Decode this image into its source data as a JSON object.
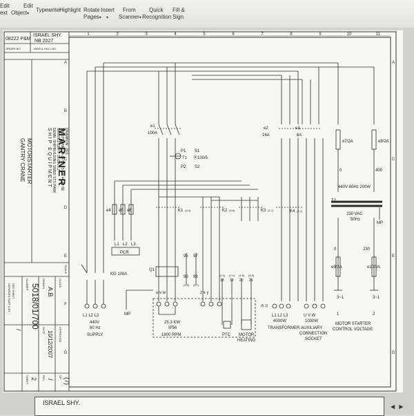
{
  "toolbar": {
    "items": [
      {
        "id": "edit-text",
        "lines": [
          "Edit",
          "ext"
        ]
      },
      {
        "id": "edit-object",
        "lines": [
          "Edit",
          "Object"
        ],
        "arrow": true
      },
      {
        "id": "typewriter",
        "lines": [
          "Typewriter"
        ]
      },
      {
        "id": "highlight",
        "lines": [
          "Highlight"
        ]
      },
      {
        "id": "rotate-pages",
        "lines": [
          "Rotate",
          "Pages"
        ],
        "arrow": true
      },
      {
        "id": "insert",
        "lines": [
          "Insert",
          ""
        ],
        "arrow": true
      },
      {
        "id": "from-scanner",
        "lines": [
          "From",
          "Scanner"
        ],
        "arrow": true
      },
      {
        "id": "quick-recognition",
        "lines": [
          "Quick",
          "Recognition"
        ]
      },
      {
        "id": "fill-sign",
        "lines": [
          "Fill &",
          "Sign"
        ]
      }
    ]
  },
  "title_block": {
    "drawing_no_short": "08222 P&M",
    "ship": "ISRAEL SHY.",
    "hull": "NB 2027",
    "order_no_label": "ORDER NO",
    "yard_label": "YARD & HULL NO.",
    "company": "MARINER",
    "company_sub": "SHIP EQUIPMENT",
    "address1": "DENN. SHIPBUILDING SWED STS PARK",
    "address2": "SERVICE DEPT. 32-DA,S,2",
    "address3": "TELEPHONE: 02-24 55 SS LW 44 45 SE",
    "address4": "DRAWN IN : ZR3",
    "title1": "GANTRY CRANE",
    "title2": "MOTORSTARTER",
    "label_separate": "SEPARATE PART LIST",
    "label_see": "SEE SHEET",
    "label_number": "NUMBER",
    "label_drawn": "DRAWN",
    "label_class": "CLASS",
    "label_scale": "SCALE",
    "label_date": "DATE",
    "label_approved": "APPROVED",
    "label_rev": "REV",
    "label_sheet": "SHEET",
    "label_of": "OF",
    "drawing_number": "5018/01/700",
    "drawn_by": "A.B",
    "date": "10/12/2007",
    "sheet": "2",
    "sheet_of": "(7)",
    "sheet_dash": "/",
    "bottom_ship": "ISRAEL SHY."
  },
  "columns": [
    "1",
    "2",
    "3",
    "4",
    "5",
    "6",
    "7",
    "8",
    "9",
    "10",
    "11"
  ],
  "rows": [
    "A",
    "B",
    "C",
    "D",
    "E",
    "F",
    "G"
  ],
  "schematic": {
    "e1": "e1",
    "e1_rating": "100A",
    "p1": "P1",
    "s1": "S1",
    "t1": "T1",
    "ct_ratio": "Ⓐ100/5",
    "p2": "P2",
    "s2": "S2",
    "e2": "e2",
    "e2_rating": "16A",
    "e3": "e3",
    "e3_rating": "6A",
    "e7": "e7/2A",
    "e8": "e8/2A",
    "tr_pri": "440V 60Hz 200W",
    "t2": "T2",
    "tr_sec1": "230 VAC",
    "tr_sec2": "50Hz",
    "mp": "MP",
    "zero": "0",
    "v400": "400",
    "v230": "230",
    "k1": "K1",
    "k1_ref": "(3.5)",
    "k2": "K2",
    "k2_ref": "(3.6)",
    "k3": "K3",
    "k3_ref": "(3.7)",
    "k4": "K4",
    "k4_ref": "(4.2)",
    "e4": "e4",
    "e5": "e5",
    "e6": "e6",
    "l1": "L1",
    "l2": "L2",
    "l3": "L3",
    "pcr": "PCR",
    "q1": "Q1",
    "c95": "95",
    "c97": "97",
    "c96": "96",
    "c98": "98",
    "r35": "(3.5)",
    "r47": "(4.7)",
    "kg": "KG 100A",
    "refs": [
      "(2.2)",
      "(2.2)",
      "(4.8)",
      "(4.8)"
    ],
    "ref_nums": [
      "18",
      "19",
      "20",
      "21"
    ],
    "ref61": "(6.1)",
    "e9": "e9/2A",
    "e10": "e10/2A",
    "supply1": "440V",
    "supply2": "60 Hz",
    "supply3": "SUPPLY",
    "motor1": "25.3 KW",
    "motor2": "IP56",
    "motor3": "1800 RPM",
    "ptc": "PTC",
    "mh1": "MOTOR",
    "mh2": "HEATING",
    "trf1": "4000W",
    "trf2": "TRANSFORMER",
    "aux1": "1000W",
    "aux2": "AUXILIARY",
    "aux3": "CONNECTION",
    "aux4": "SOCKET",
    "ctrl1": "MOTOR STARTER",
    "ctrl2": "CONTROL VOLTAGE",
    "out1": "3~1",
    "out2": "3~1",
    "o1": "1",
    "o2": "2",
    "term_l": "L1 L2 L3",
    "term_uvw": "u  v  w",
    "term_zxy": "z  x  y",
    "term_abc": "L1 L2 L3",
    "term_uvw2": "U V W"
  },
  "colors": {
    "paper": "#f6f6f2",
    "ink": "#2a2a2a",
    "bezel": "#cfcfcc"
  }
}
